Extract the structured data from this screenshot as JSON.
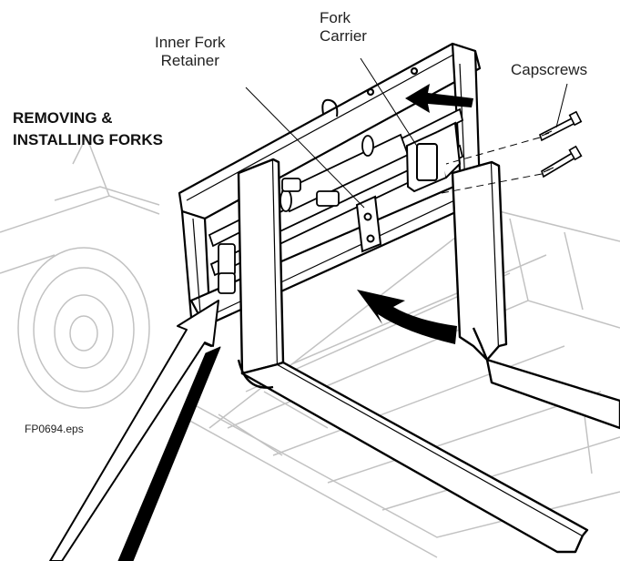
{
  "title": {
    "line1": "REMOVING &",
    "line2": "INSTALLING FORKS"
  },
  "labels": {
    "fork_carrier_line1": "Fork",
    "fork_carrier_line2": "Carrier",
    "inner_retainer_line1": "Inner Fork",
    "inner_retainer_line2": "Retainer",
    "capscrews": "Capscrews"
  },
  "file_name": "FP0694.eps",
  "colors": {
    "line": "#000000",
    "faint": "#bdbdbd",
    "arrow": "#000000"
  },
  "icons": [
    "install-arrow-icon",
    "remove-arrow-icon"
  ]
}
